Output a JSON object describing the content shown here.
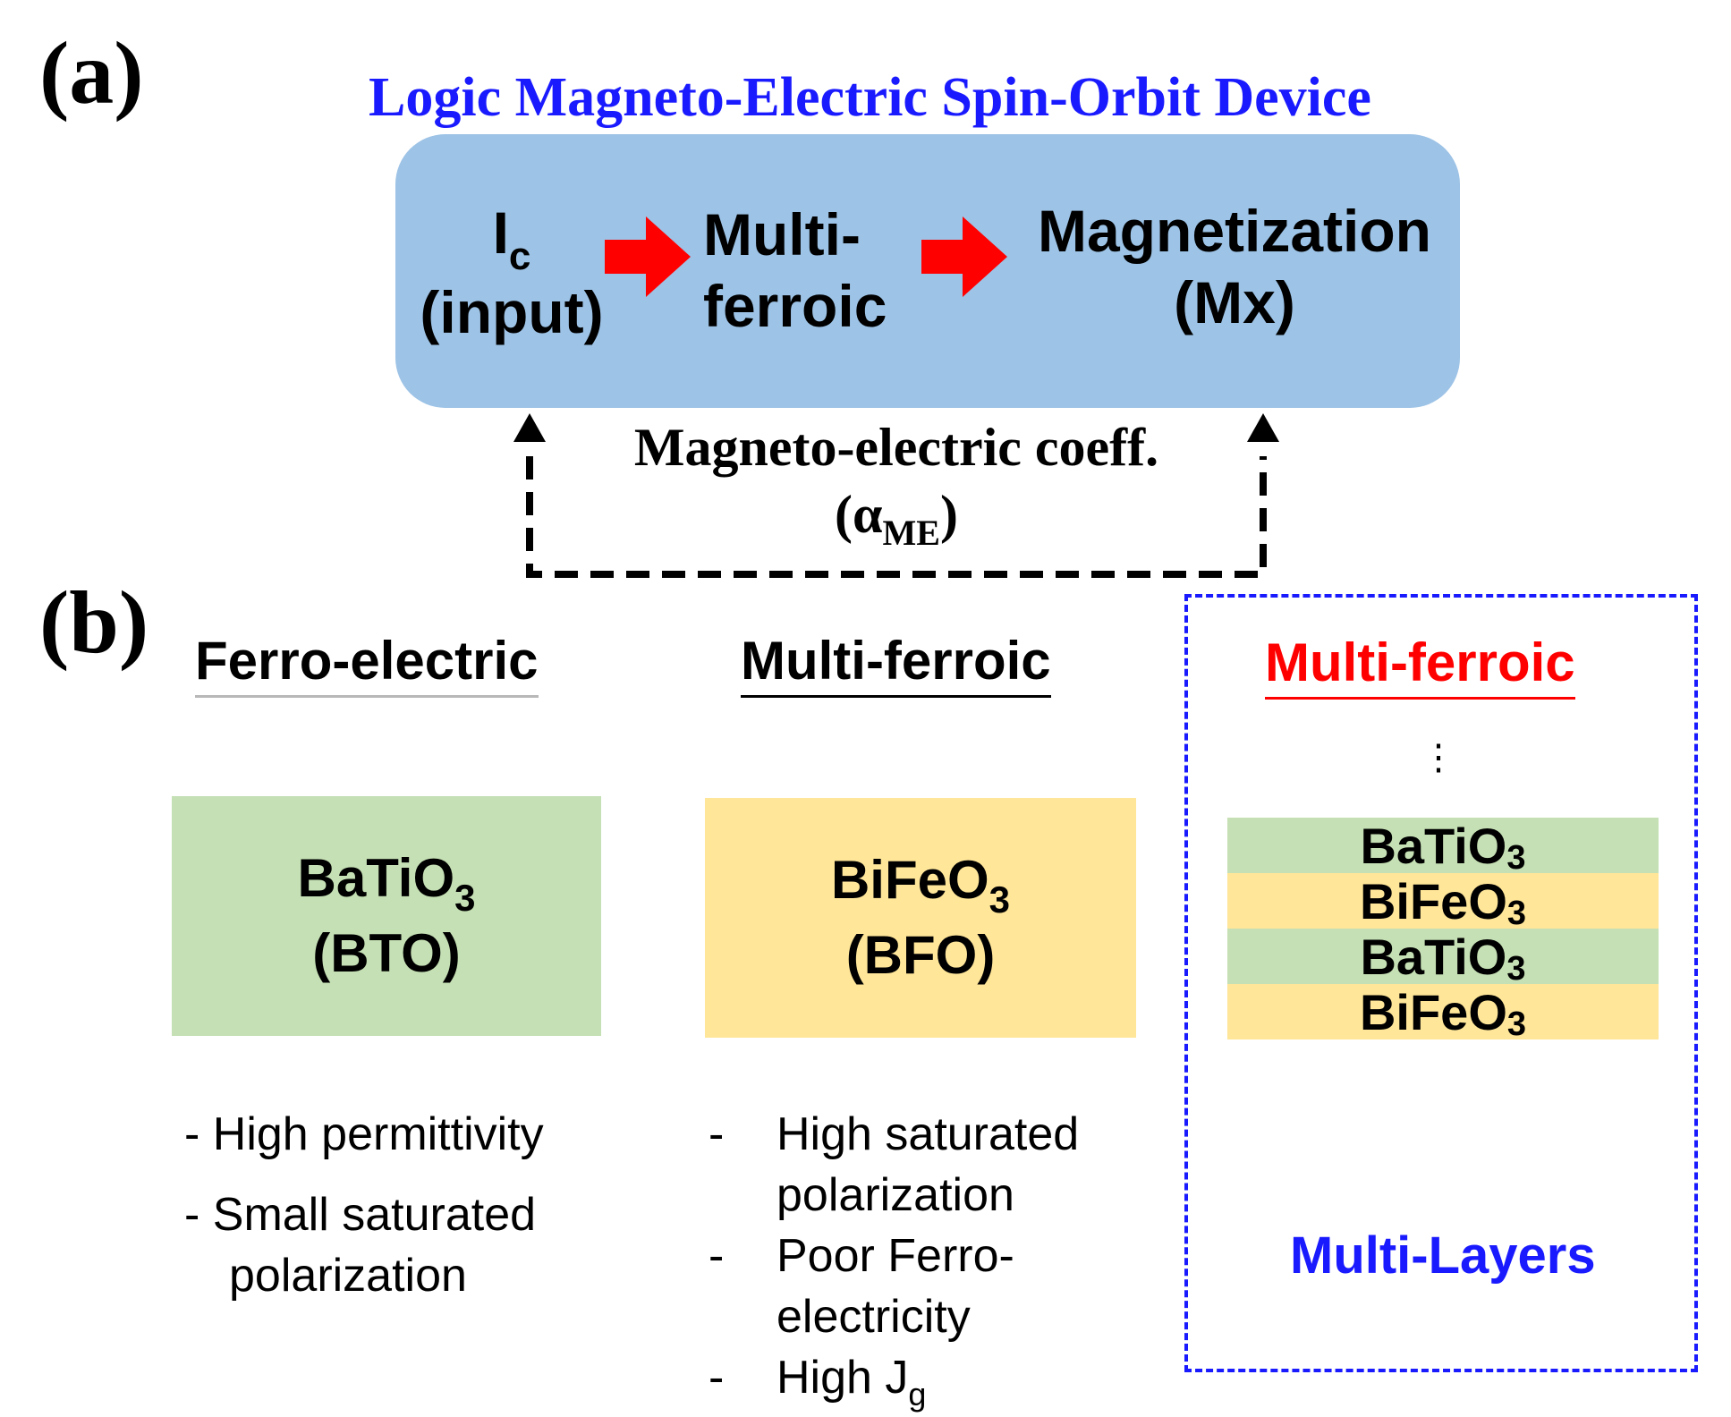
{
  "panel_a": {
    "letter": "(a)",
    "title": "Logic Magneto-Electric Spin-Orbit Device",
    "flow": {
      "input_main": "I",
      "input_sub": "c",
      "input_note": "(input)",
      "middle_line1": "Multi-",
      "middle_line2": "ferroic",
      "output_line1": "Magnetization",
      "output_line2": "(Mx)"
    },
    "feedback": {
      "label_line1": "Magneto-electric coeff.",
      "label_open": "(α",
      "label_sub": "ME",
      "label_close": ")"
    },
    "colors": {
      "box": "#9dc3e6",
      "arrow": "#ff0000",
      "title": "#1a1aff"
    }
  },
  "panel_b": {
    "letter": "(b)",
    "columns": [
      {
        "heading": "Ferro-electric",
        "material_main": "BaTiO",
        "material_sub": "3",
        "material_abbr": "(BTO)",
        "box_color": "#c5e0b4",
        "bullets": [
          "- High permittivity",
          "- Small saturated",
          "polarization"
        ]
      },
      {
        "heading": "Multi-ferroic",
        "material_main": "BiFeO",
        "material_sub": "3",
        "material_abbr": "(BFO)",
        "box_color": "#ffe699",
        "bullets": [
          {
            "dash": "-",
            "text": "High saturated"
          },
          {
            "dash": "",
            "text": "polarization"
          },
          {
            "dash": "-",
            "text": "Poor Ferro-"
          },
          {
            "dash": "",
            "text": "electricity"
          },
          {
            "dash": "-",
            "text": "High J",
            "sub": "g"
          }
        ]
      },
      {
        "heading": "Multi-ferroic",
        "heading_color": "#ff0000",
        "ellipsis": "⋮",
        "layers": [
          {
            "main": "BaTiO",
            "sub": "3",
            "color": "#c5e0b4"
          },
          {
            "main": "BiFeO",
            "sub": "3",
            "color": "#ffe699"
          },
          {
            "main": "BaTiO",
            "sub": "3",
            "color": "#c5e0b4"
          },
          {
            "main": "BiFeO",
            "sub": "3",
            "color": "#ffe699"
          }
        ],
        "footer": "Multi-Layers",
        "frame_color": "#1a1aff"
      }
    ]
  }
}
